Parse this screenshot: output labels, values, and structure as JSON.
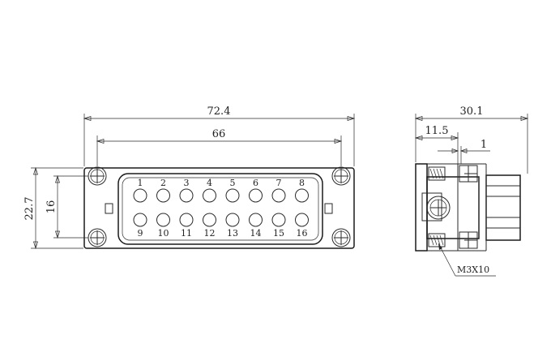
{
  "dimensions": {
    "overall_width": "72.4",
    "hole_spacing": "66",
    "overall_height": "22.7",
    "hole_height": "16",
    "side_depth": "30.1",
    "side_offset": "11.5",
    "side_gap": "1"
  },
  "screw_label": "M3X10",
  "pins_top": [
    "1",
    "2",
    "3",
    "4",
    "5",
    "6",
    "7",
    "8"
  ],
  "pins_bottom": [
    "9",
    "10",
    "11",
    "12",
    "13",
    "14",
    "15",
    "16"
  ]
}
